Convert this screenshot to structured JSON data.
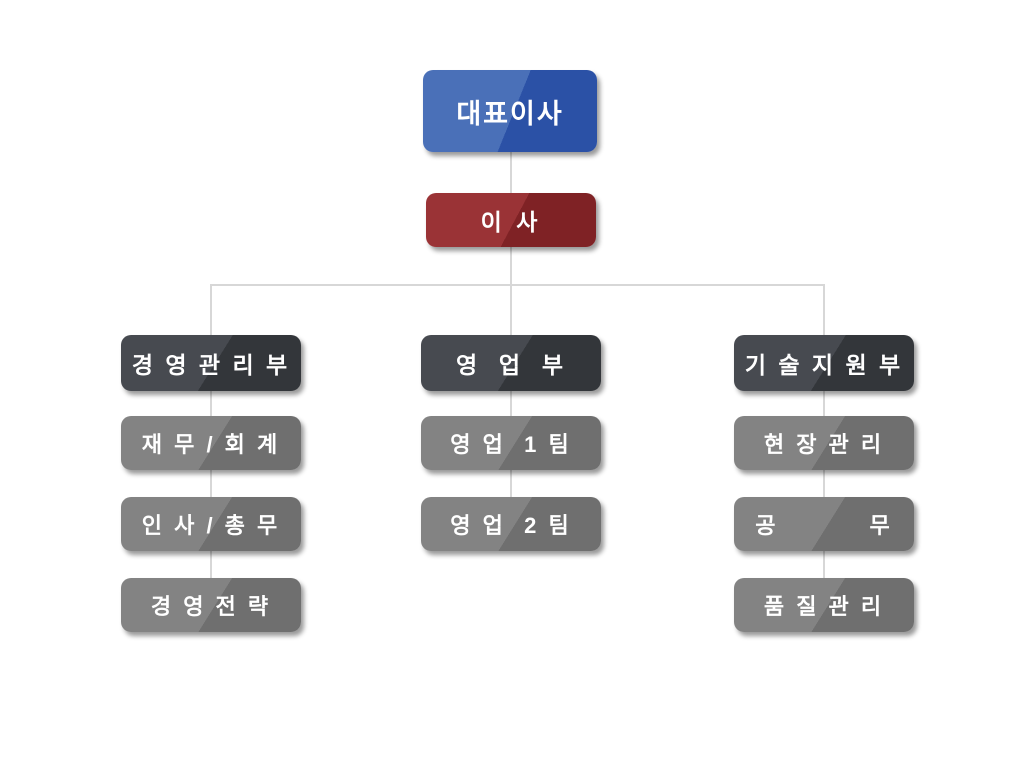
{
  "colors": {
    "background": "#ffffff",
    "text": "#ffffff",
    "connector": "#d7d7d7",
    "ceo_light": "#4a70b8",
    "ceo_dark": "#2b51a6",
    "director_light": "#9a3336",
    "director_dark": "#7f2225",
    "dept_light": "#474a50",
    "dept_dark": "#33363a",
    "team_light": "#838383",
    "team_dark": "#6f6f6f"
  },
  "nodes": {
    "ceo": {
      "label": "대표이사"
    },
    "director": {
      "label": "이 사"
    }
  },
  "columns": [
    {
      "head": {
        "label": "경 영 관 리 부"
      },
      "subs": [
        {
          "label": "재 무 / 회 계"
        },
        {
          "label": "인 사 / 총 무"
        },
        {
          "label": "경 영 전 략"
        }
      ]
    },
    {
      "head": {
        "label": "영  업  부"
      },
      "subs": [
        {
          "label": "영 업  1 팀"
        },
        {
          "label": "영 업  2 팀"
        }
      ]
    },
    {
      "head": {
        "label": "기 술 지 원 부"
      },
      "subs": [
        {
          "label": "현 장 관 리"
        },
        {
          "label": "공          무"
        },
        {
          "label": "품 질 관 리"
        }
      ]
    }
  ]
}
